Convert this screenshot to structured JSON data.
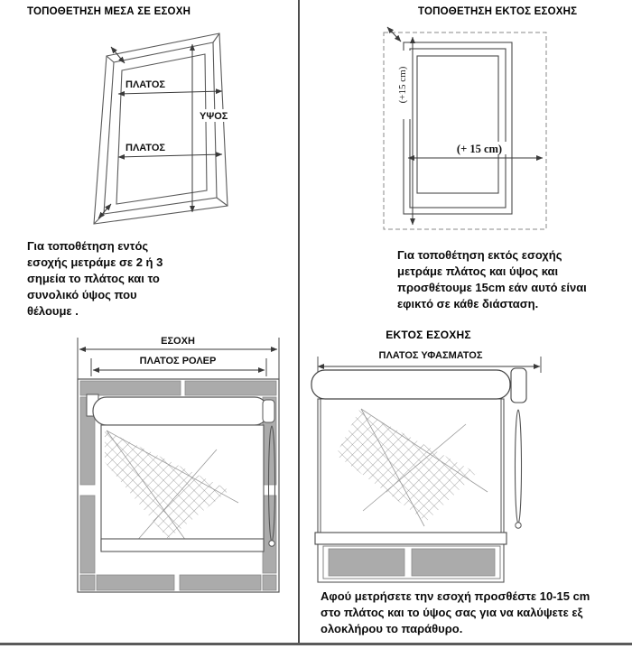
{
  "colors": {
    "divider": "#4d4d4d",
    "frame_gray": "#ababab",
    "line": "#3a3a3a"
  },
  "sections": {
    "top_left": {
      "title": "ΤΟΠΟΘΕΤΗΣΗ ΜΕΣΑ ΣΕ ΕΣΟΧΗ",
      "labels": {
        "width_top": "ΠΛΑΤΟΣ",
        "height": "ΥΨΟΣ",
        "width_bottom": "ΠΛΑΤΟΣ"
      },
      "caption": "Για τοποθέτηση εντός εσοχής μετράμε σε 2 ή 3 σημεία το πλάτος και το συνολικό ύψος που θέλουμε ."
    },
    "top_right": {
      "title": "ΤΟΠΟΘΕΤΗΣΗ ΕΚΤΟΣ ΕΣΟΧΗΣ",
      "labels": {
        "height_allowance": "(+15 cm)",
        "width_allowance": "(+ 15 cm)"
      },
      "caption": "Για τοποθέτηση εκτός εσοχής μετράμε πλάτος και ύψος και προσθέτουμε 15cm εάν αυτό είναι εφικτό σε κάθε διάσταση."
    },
    "bottom_left": {
      "labels": {
        "recess": "ΕΣΟΧΗ",
        "roller_width": "ΠΛΑΤΟΣ ΡΟΛΕΡ"
      }
    },
    "bottom_right": {
      "title": "ΕΚΤΟΣ ΕΣΟΧΗΣ",
      "labels": {
        "fabric_width": "ΠΛΑΤΟΣ ΥΦΑΣΜΑΤΟΣ"
      },
      "caption": "Αφού μετρήσετε την εσοχή προσθέστε 10-15 cm στο πλάτος και το ύψος σας για να καλύψετε εξ ολοκλήρου το παράθυρο."
    }
  }
}
